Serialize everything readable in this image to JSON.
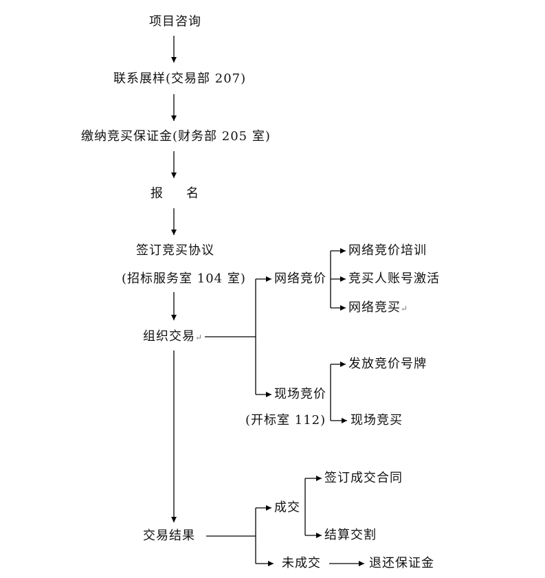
{
  "nodes": {
    "consult": "项目咨询",
    "contact": "联系展样(交易部 207)",
    "deposit": "缴纳竞买保证金(财务部 205 室)",
    "register_a": "报",
    "register_b": "名",
    "sign_agreement": "签订竞买协议",
    "service_room": "(招标服务室 104 室)",
    "organize": "组织交易",
    "online_bid": "网络竞价",
    "online_training": "网络竞价培训",
    "account_activate": "竞买人账号激活",
    "online_buy": "网络竞买",
    "onsite_bid": "现场竞价",
    "bid_room": "(开标室 112)",
    "issue_paddle": "发放竞价号牌",
    "onsite_buy": "现场竞买",
    "result": "交易结果",
    "deal": "成交",
    "sign_contract": "签订成交合同",
    "settlement": "结算交割",
    "no_deal": "未成交",
    "refund": "退还保证金"
  },
  "paragraph_mark": "↵",
  "line_color": "#000000"
}
